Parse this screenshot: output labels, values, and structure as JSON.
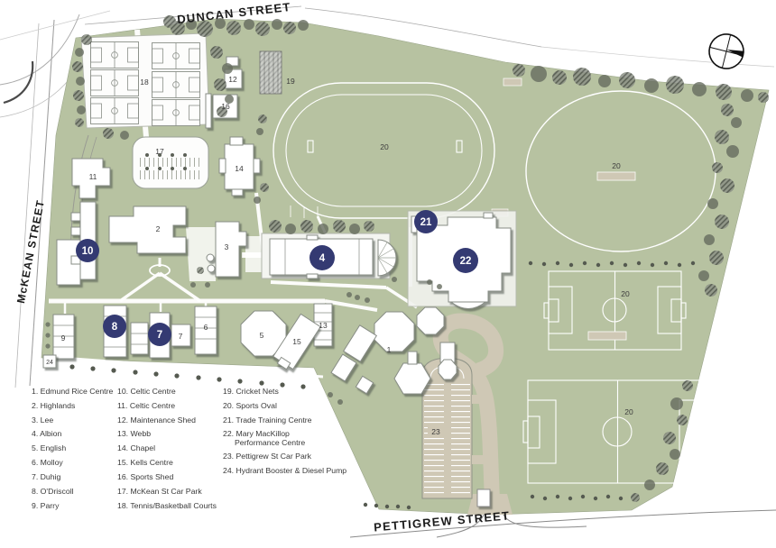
{
  "map_title": "College campus site map",
  "streets": {
    "top": "DUNCAN STREET",
    "left": "McKEAN STREET",
    "bottom": "PETTIGREW STREET"
  },
  "compass": {
    "icon": "north-arrow"
  },
  "colors": {
    "campus_green": "#b7c2a1",
    "badge_navy": "#343a72",
    "parking_tan": "#cfc8b5",
    "tree_gray": "#676d60",
    "building_white": "#ffffff"
  },
  "badges": {
    "b10": "10",
    "b8": "8",
    "b7": "7",
    "b4": "4",
    "b21": "21",
    "b22": "22"
  },
  "map_labels": {
    "b1": "1",
    "b2": "2",
    "b3": "3",
    "b5": "5",
    "b6": "6",
    "b7": "7",
    "b9": "9",
    "b11": "11",
    "b12": "12",
    "b13": "13",
    "b14": "14",
    "b15": "15",
    "b16": "16",
    "b17": "17",
    "b18": "18",
    "b19": "19",
    "b23": "23",
    "b24": "24",
    "oval_track": "20",
    "oval_right": "20",
    "field_top": "20",
    "field_bottom": "20"
  },
  "legend": {
    "col1": [
      "1. Edmund Rice Centre",
      "2. Highlands",
      "3. Lee",
      "4. Albion",
      "5. English",
      "6. Molloy",
      "7. Duhig",
      "8. O'Driscoll",
      "9. Parry"
    ],
    "col2": [
      "10. Celtic Centre",
      "11. Celtic Centre",
      "12. Maintenance Shed",
      "13. Webb",
      "14. Chapel",
      "15. Kells Centre",
      "16. Sports Shed",
      "17. McKean St Car Park",
      "18. Tennis/Basketball Courts"
    ],
    "col3": [
      "19. Cricket Nets",
      "20. Sports Oval",
      "21. Trade Training Centre",
      "22. Mary MacKillop\nPerformance Centre",
      "23. Pettigrew St Car Park",
      "24. Hydrant Booster & Diesel Pump"
    ]
  }
}
